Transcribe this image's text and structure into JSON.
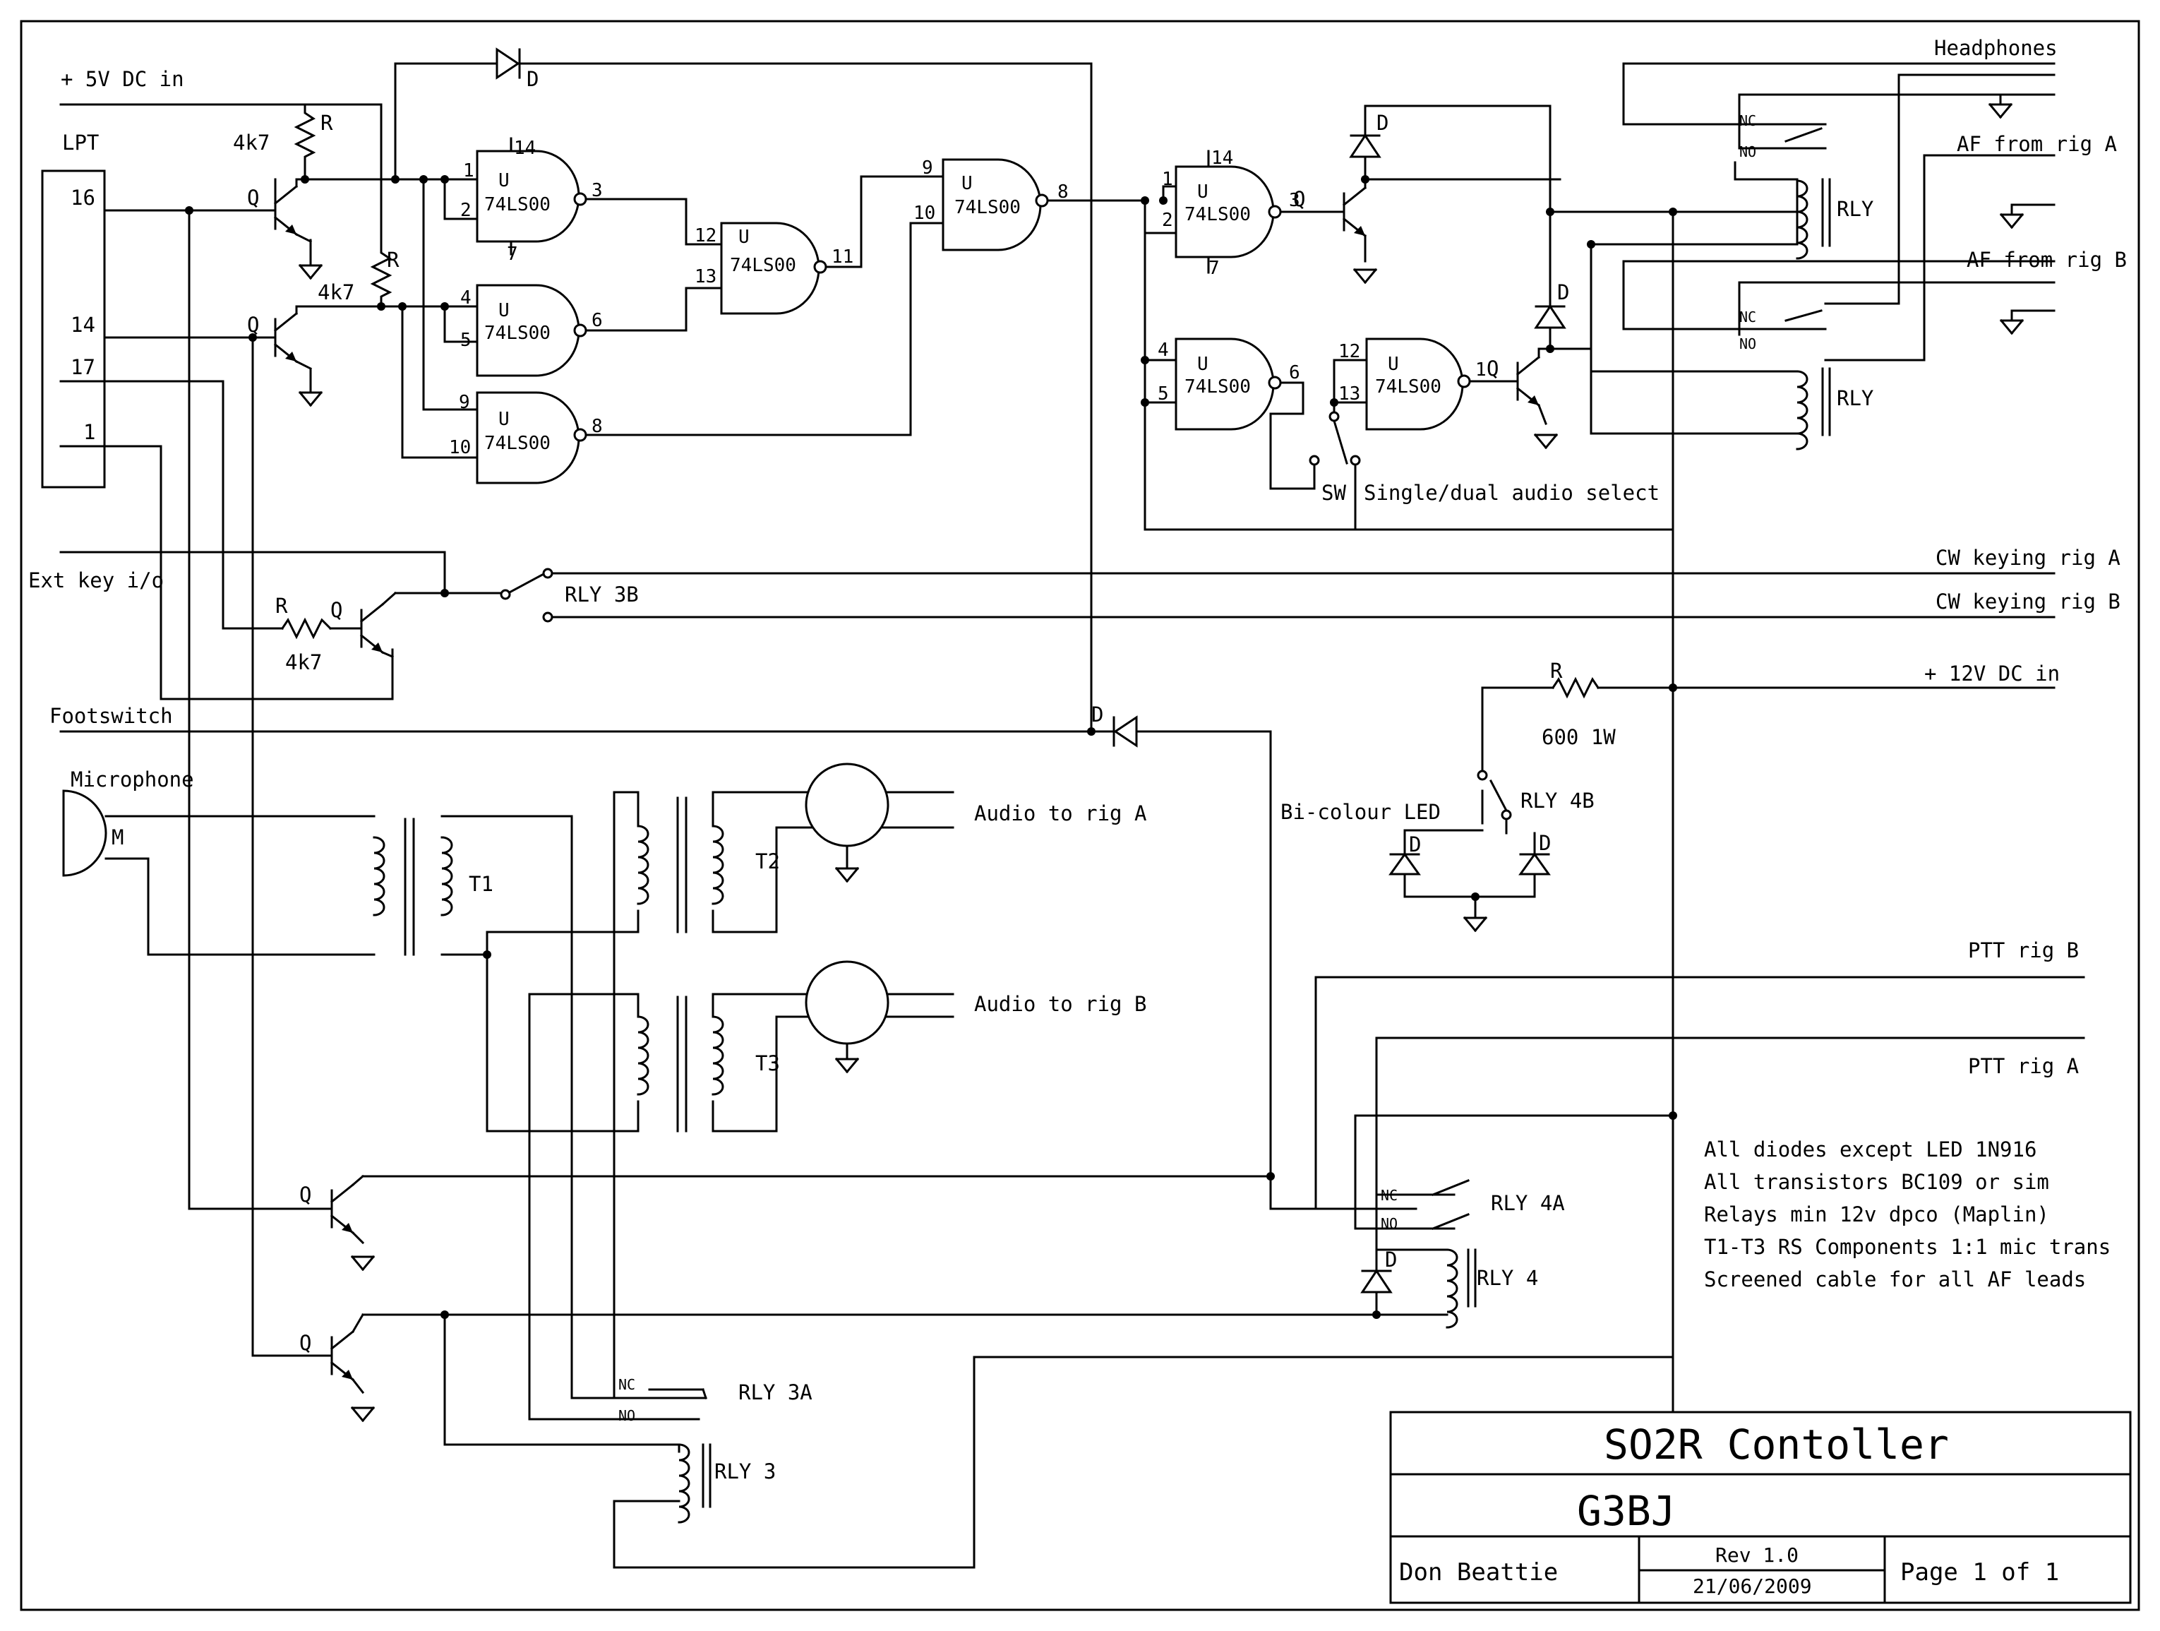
{
  "title_block": {
    "title": "SO2R Contoller",
    "callsign": "G3BJ",
    "author": "Don Beattie",
    "revision": "Rev 1.0",
    "date": "21/06/2009",
    "page": "Page 1 of 1"
  },
  "connector": {
    "name": "LPT",
    "pins": [
      "16",
      "14",
      "17",
      "1"
    ]
  },
  "inputs": {
    "v5": "+ 5V DC in",
    "v12": "+ 12V DC in",
    "ext_key": "Ext key i/o",
    "footswitch": "Footswitch",
    "microphone": "Microphone",
    "mic_symbol": "M"
  },
  "outputs": {
    "headphones": "Headphones",
    "af_a": "AF from rig A",
    "af_b": "AF from rig B",
    "cw_a": "CW keying rig A",
    "cw_b": "CW keying rig B",
    "audio_a": "Audio to rig A",
    "audio_b": "Audio to rig B",
    "ptt_b": "PTT rig B",
    "ptt_a": "PTT rig A"
  },
  "components": {
    "ic_part": "74LS00",
    "ic_ref": "U",
    "transistor": "Q",
    "diode": "D",
    "resistor": "R",
    "res_4k7": "4k7",
    "res_600": "600 1W",
    "relay": "RLY",
    "relay3": "RLY 3",
    "relay3a": "RLY 3A",
    "relay3b": "RLY 3B",
    "relay4": "RLY 4",
    "relay4a": "RLY 4A",
    "relay4b": "RLY 4B",
    "t1": "T1",
    "t2": "T2",
    "t3": "T3",
    "switch": "SW",
    "switch_label": "Single/dual audio select",
    "led_label": "Bi-colour LED",
    "nc": "NC",
    "no": "NO",
    "vcc_pin": "14",
    "gnd_pin": "7"
  },
  "notes": [
    "All diodes except LED 1N916",
    "All transistors BC109 or sim",
    "Relays min 12v dpco (Maplin)",
    "T1-T3 RS Components 1:1 mic trans",
    "Screened cable for all AF leads"
  ]
}
